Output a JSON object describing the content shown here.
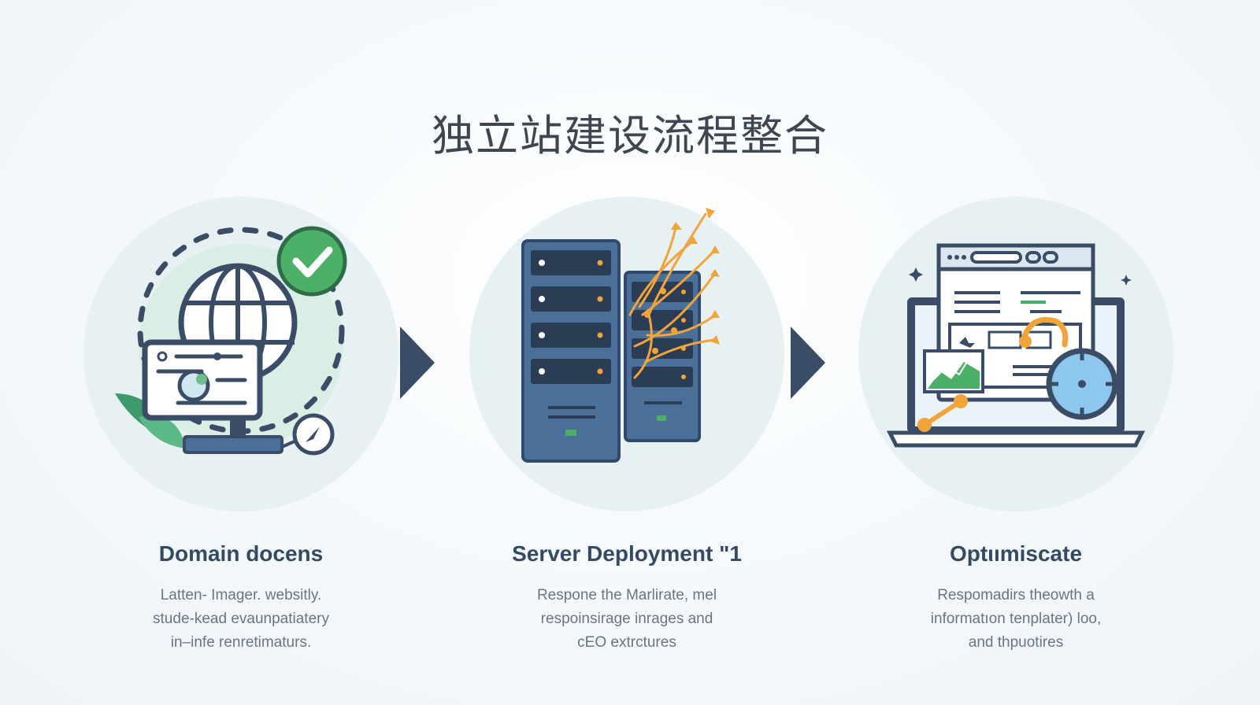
{
  "title": "独立站建设流程整合",
  "steps": [
    {
      "title": "Domain docens",
      "icon": "globe-monitor-icon",
      "desc": [
        "Latten- Imager. websitly.",
        "stude-kead evaunpatiatery",
        "in–infe renretimaturs."
      ]
    },
    {
      "title": "Server Deployment \"1",
      "icon": "server-rack-icon",
      "desc": [
        "Respone the Marlirate, mel",
        "respoinsirage inrages and",
        "cEO extrctures"
      ]
    },
    {
      "title": "Optιımiscate",
      "icon": "laptop-browser-icon",
      "desc": [
        "Respomadirs theowth a",
        "informatıon tenplater) loo,",
        "and thpuotires"
      ]
    }
  ],
  "colors": {
    "navy": "#3a4c66",
    "green": "#4caf68",
    "orange": "#f0a43a",
    "server_blue": "#4a6f99"
  }
}
